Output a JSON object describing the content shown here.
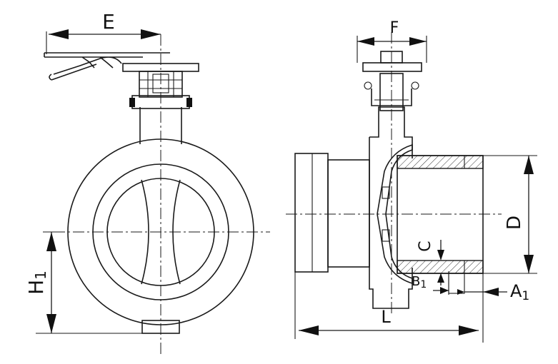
{
  "labels": {
    "E": "E",
    "F": "F",
    "D": "D",
    "C": "C",
    "L": "L",
    "H": "H",
    "H_sub": "1",
    "A": "A",
    "A_sub": "1",
    "B": "B",
    "B_sub": "1"
  }
}
